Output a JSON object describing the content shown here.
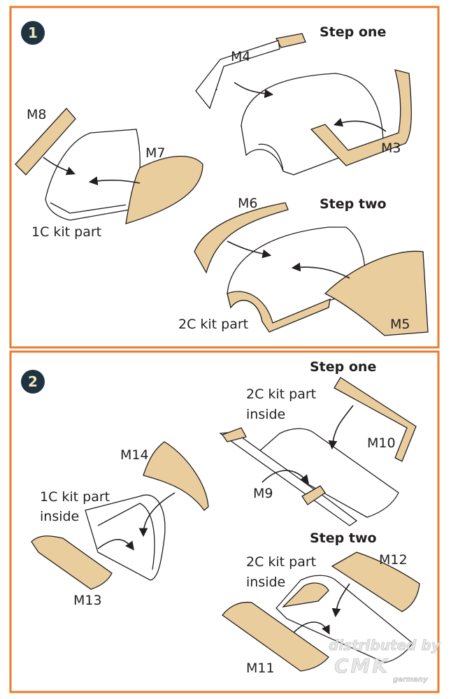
{
  "colors": {
    "border": "#e87d2e",
    "material": "#e9cd9c",
    "badge": "#1f3341"
  },
  "panel1": {
    "number": "1",
    "step_one": "Step one",
    "step_two": "Step two",
    "labels": {
      "m4": "M4",
      "m8": "M8",
      "m7": "M7",
      "m3": "M3",
      "kit_1c": "1C kit part",
      "m6": "M6",
      "kit_2c": "2C kit part",
      "m5": "M5"
    }
  },
  "panel2": {
    "number": "2",
    "step_one": "Step one",
    "step_two": "Step two",
    "labels": {
      "kit_2c_a": "2C kit part",
      "inside_a": "inside",
      "m10": "M10",
      "m14": "M14",
      "kit_1c": "1C kit part",
      "inside_1c": "inside",
      "m9": "M9",
      "m13": "M13",
      "kit_2c_b": "2C kit part",
      "inside_b": "inside",
      "m12": "M12",
      "m11": "M11"
    }
  },
  "watermark": {
    "line1": "distributed by",
    "line2": "CMK",
    "line3": "germany"
  }
}
